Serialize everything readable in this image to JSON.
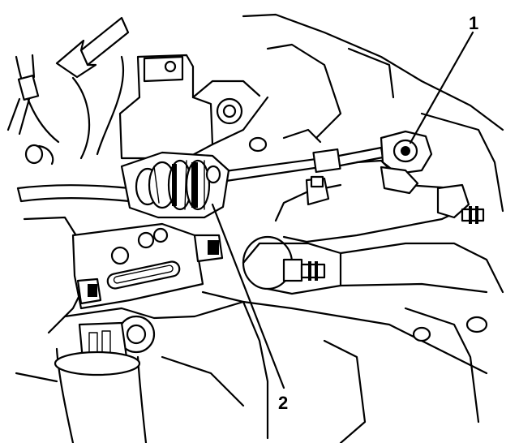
{
  "callouts": [
    {
      "id": "1",
      "label": "1"
    },
    {
      "id": "2",
      "label": "2"
    }
  ],
  "icons": {
    "direction_arrow": "front-direction-arrow-icon"
  }
}
